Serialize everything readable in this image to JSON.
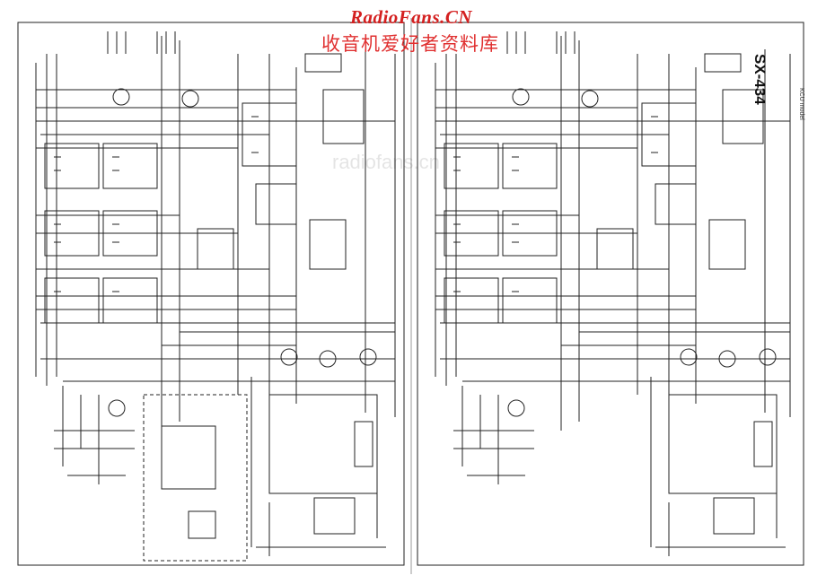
{
  "watermark": {
    "title": "RadioFans.CN",
    "subtitle": "收音机爱好者资料库",
    "title_color": "#d42020"
  },
  "document": {
    "model": "SX-434",
    "region": "KCU model",
    "ghost_watermark": "radiofans.cn"
  },
  "colors": {
    "line": "#222222",
    "paper": "#ffffff"
  }
}
